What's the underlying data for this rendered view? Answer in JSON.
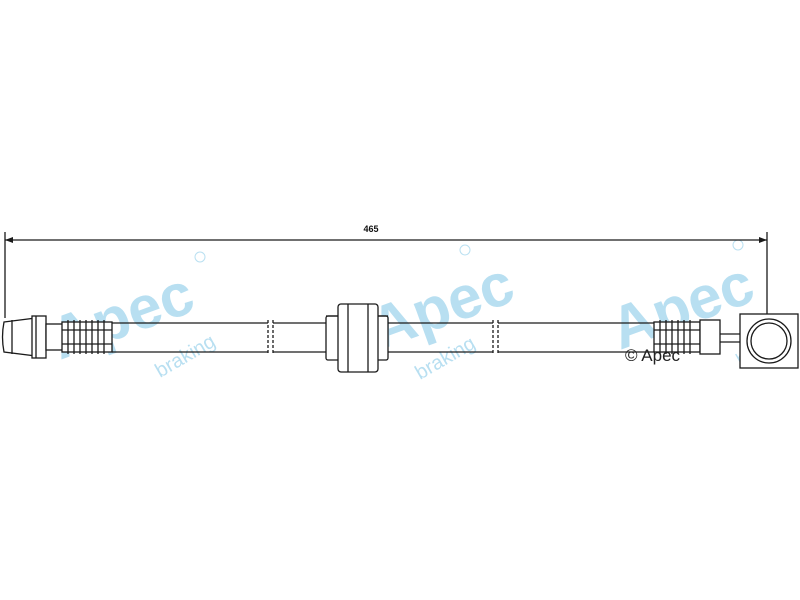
{
  "dimension": {
    "length_label": "465"
  },
  "watermark": {
    "brand": "Apec",
    "sub": "braking",
    "copyright": "© Apec"
  },
  "colors": {
    "line": "#1a1a1a",
    "watermark": "#7fc6e6",
    "background": "#ffffff"
  }
}
